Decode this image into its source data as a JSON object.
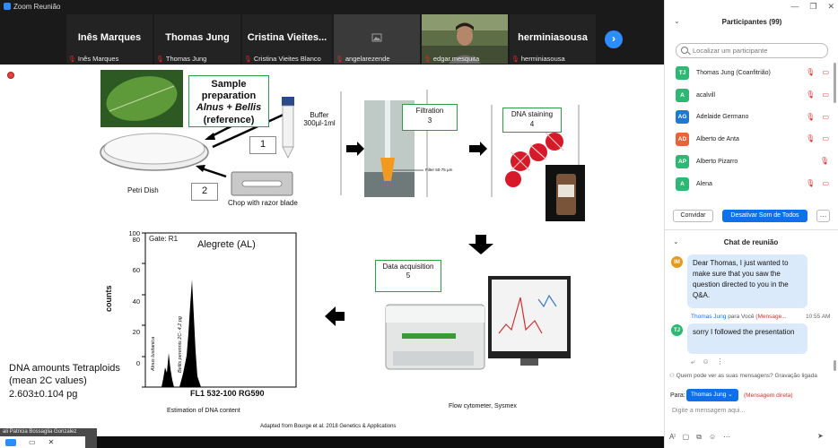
{
  "window": {
    "title": "Zoom Reunião"
  },
  "video_strip": {
    "tiles": [
      {
        "big_name": "Inês Marques",
        "caption": "Inês Marques",
        "type": "name"
      },
      {
        "big_name": "Thomas Jung",
        "caption": "Thomas Jung",
        "type": "name"
      },
      {
        "big_name": "Cristina  Vieites...",
        "caption": "Cristina Vieites Blanco",
        "type": "name"
      },
      {
        "big_name": "",
        "caption": "angelarezende",
        "type": "icon"
      },
      {
        "big_name": "",
        "caption": "edgar.mesquita",
        "type": "video"
      },
      {
        "big_name": "herminiasousa",
        "caption": "herminiasousa",
        "type": "name"
      }
    ],
    "next_label": "›"
  },
  "mini_video": {
    "label": "ali Patricia Bossaglia Gonzalez",
    "controls": [
      "▭",
      "✕"
    ]
  },
  "slide": {
    "step1": {
      "title": "Sample preparation",
      "species": "Alnus + Bellis",
      "note": "(reference)"
    },
    "buffer": "Buffer 300µl-1ml",
    "num1": "1",
    "num2": "2",
    "petri": "Petri Dish",
    "chop": "Chop with razor blade",
    "filtration": {
      "label": "Filtration",
      "num": "3",
      "filter": "Filter 50-75 µm"
    },
    "staining": {
      "label": "DNA staining",
      "num": "4"
    },
    "acquisition": {
      "label": "Data acquisition",
      "num": "5"
    },
    "cytometer": "Flow cytometer, Sysmex",
    "histogram": {
      "gate": "Gate: R1",
      "sample": "Alegrete (AL)",
      "ylabel": "counts",
      "xlabel": "FL1  532-100 RG590",
      "caption": "Estimation of DNA content",
      "y_ticks": [
        "0",
        "20",
        "40",
        "60",
        "80",
        "100"
      ],
      "peak1_label": "Alnus lusitanica",
      "peak2_label": "Bellis perennis 2C- 4,2 pg"
    },
    "dna_amounts": "DNA amounts Tetraploids (mean 2C values) 2.603±0.104 pg",
    "credit": "Adapted from Bourge et al. 2018 Genetics & Applications"
  },
  "participants": {
    "header": "Participantes (99)",
    "search_placeholder": "Localizar um participante",
    "list": [
      {
        "initials": "TJ",
        "name": "Thomas Jung (Coanfitrião)",
        "color": "#2eb873",
        "icons": "🎙 ▭"
      },
      {
        "initials": "A",
        "name": "acalvill",
        "color": "#2eb873",
        "icons": "🎙 ▭"
      },
      {
        "initials": "AG",
        "name": "Adelaide Germano",
        "color": "#1e78d4",
        "icons": "🎙 ▭"
      },
      {
        "initials": "AD",
        "name": "Alberto de Anta",
        "color": "#e8633a",
        "icons": "🎙 ▭"
      },
      {
        "initials": "AP",
        "name": "Alberto Pizarro",
        "color": "#2eb873",
        "icons": "🎙"
      },
      {
        "initials": "A",
        "name": "Alena",
        "color": "#2eb873",
        "icons": "🎙 ▭"
      }
    ],
    "invite_label": "Convidar",
    "mute_all_label": "Desativar Som de Todos",
    "more_label": "…"
  },
  "chat": {
    "header": "Chat de reunião",
    "messages": [
      {
        "initials": "IM",
        "color": "#e59a1e",
        "text": "Dear Thomas, I just wanted to make sure that you saw the question directed to you in the Q&A."
      },
      {
        "initials": "TJ",
        "color": "#2eb873",
        "sender": "Thomas Jung",
        "to": " para Você ",
        "direct": "(Mensage...",
        "time": "10:55 AM",
        "text": "sorry I followed the presentation"
      }
    ],
    "notice": "Quem pode ver as suas mensagens? Gravação ligada",
    "to_label": "Para:",
    "to_value": "Thomas Jung ⌄",
    "to_direct": "(Mensagem direta)",
    "input_placeholder": "Digite a mensagem aqui..."
  }
}
